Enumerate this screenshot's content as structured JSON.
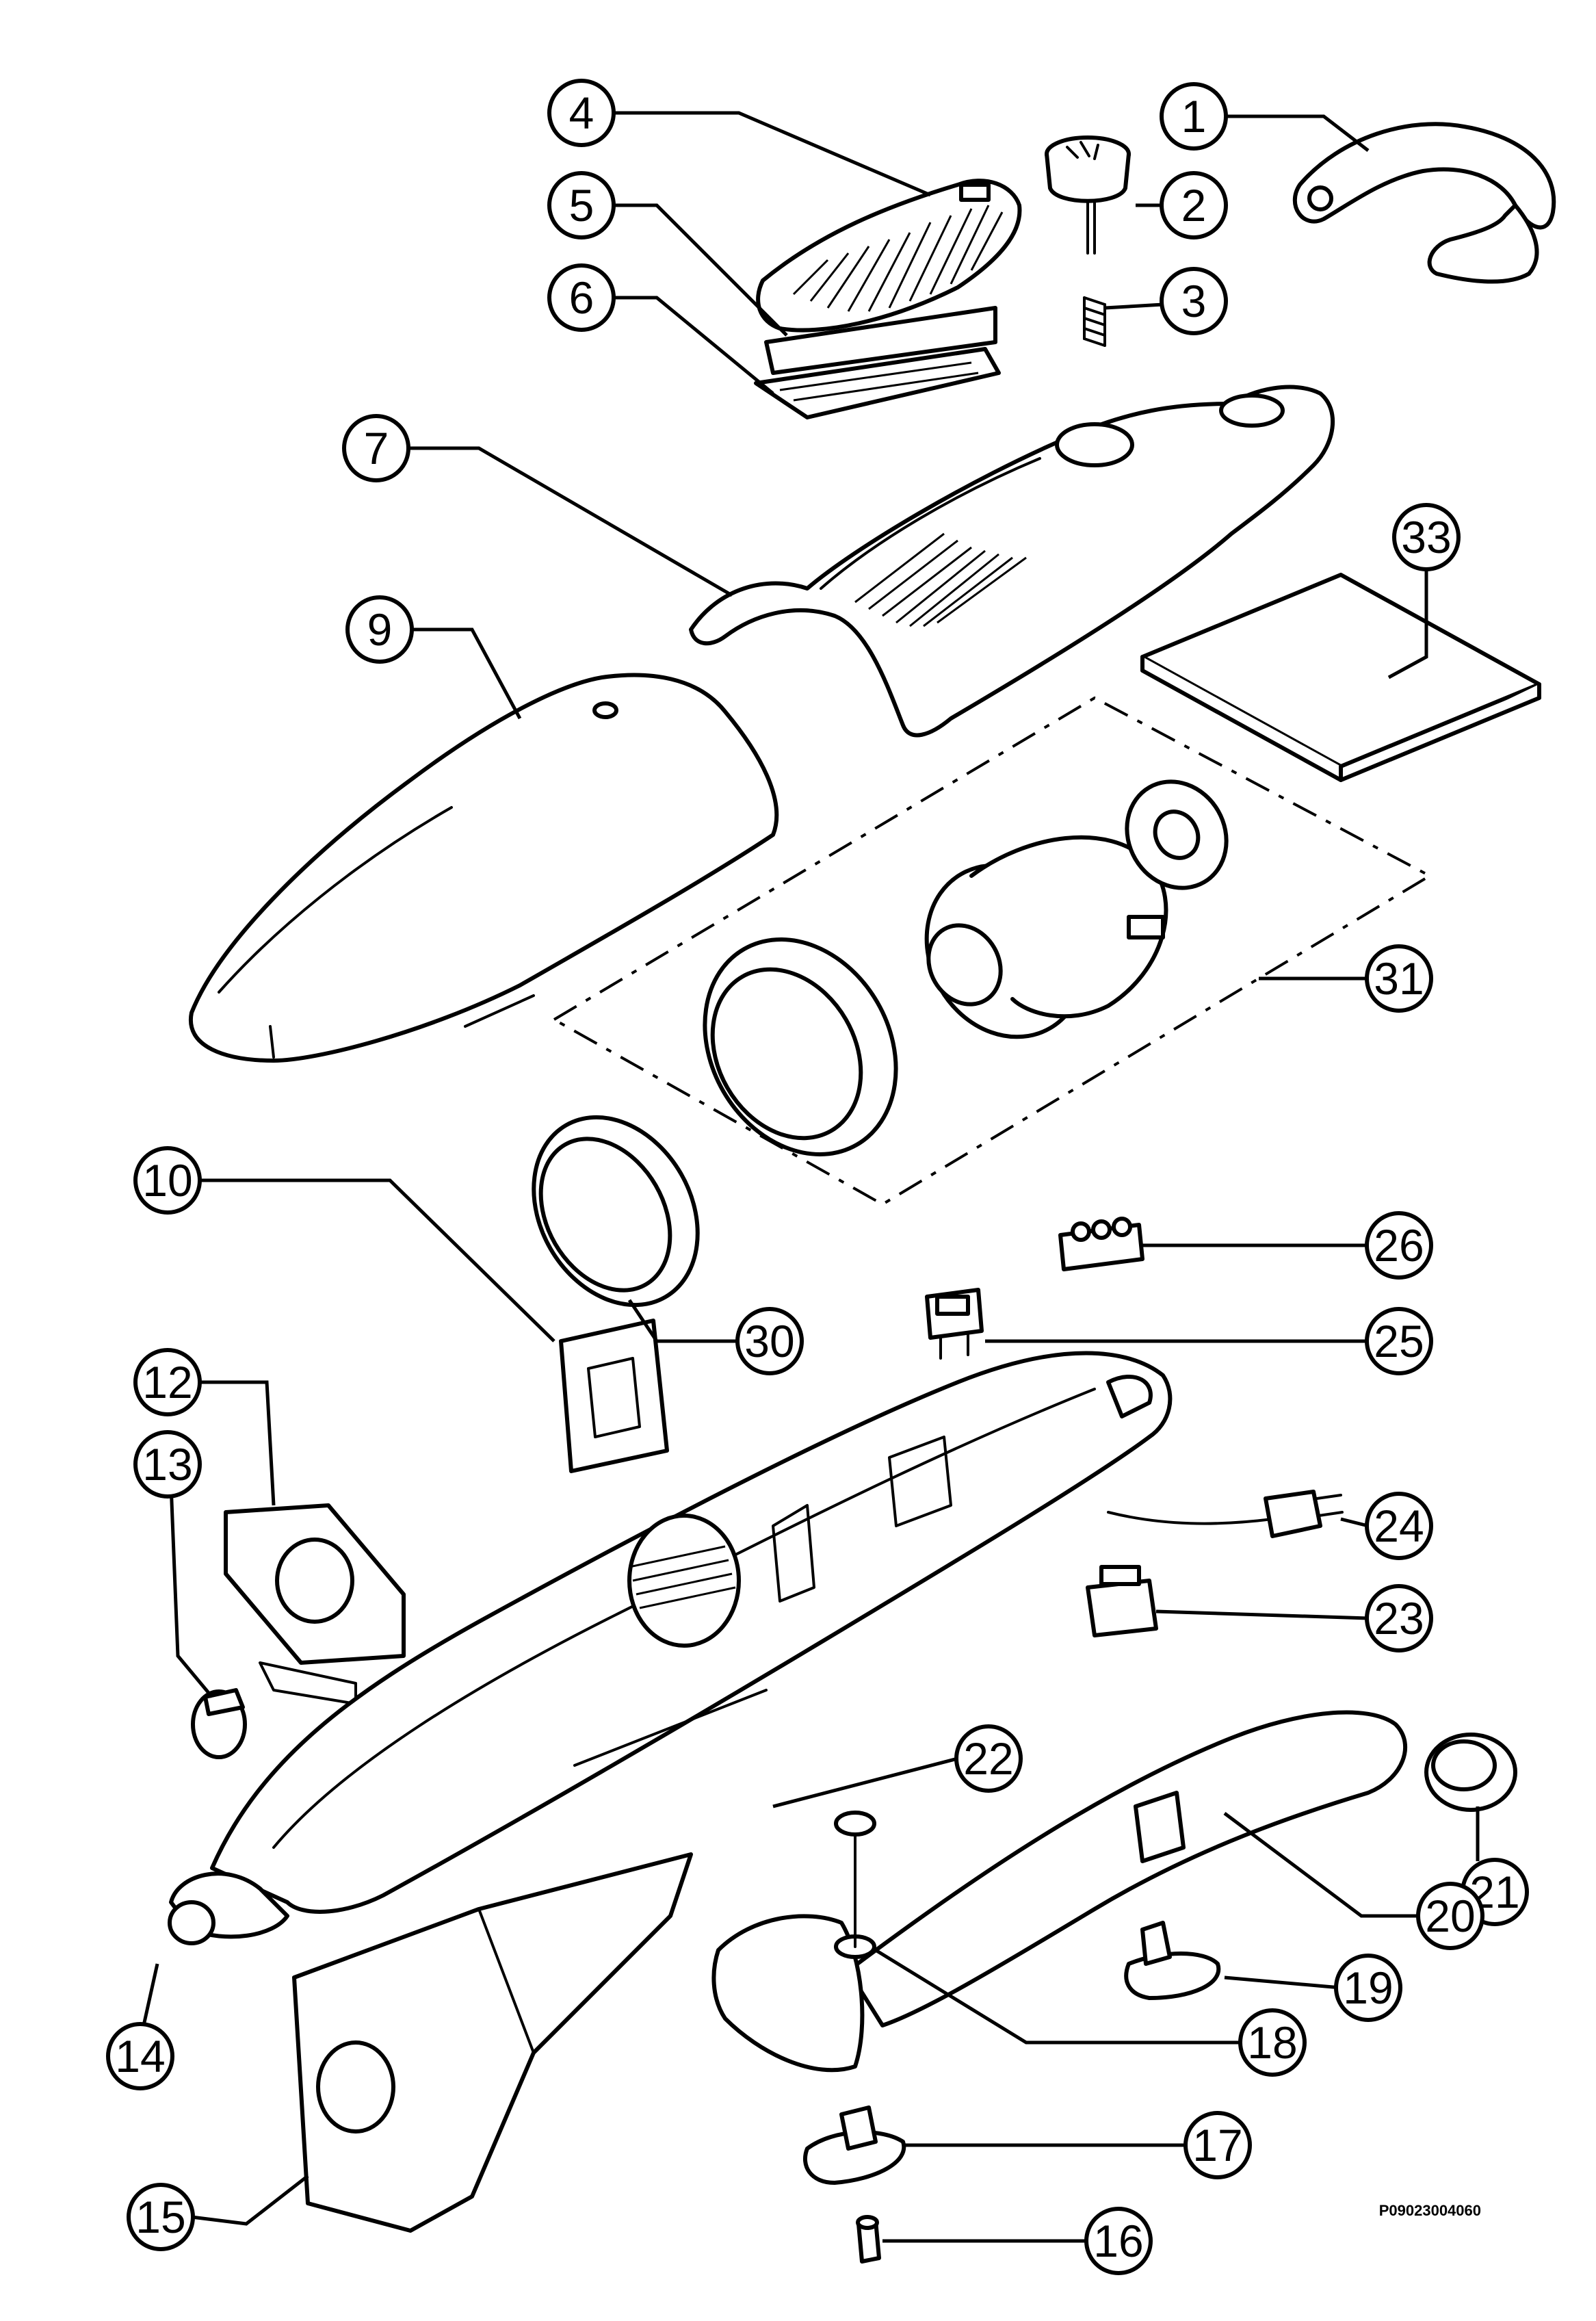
{
  "diagram": {
    "reference_code": "P09023004060",
    "callouts": [
      {
        "id": "c1",
        "label": "1"
      },
      {
        "id": "c2",
        "label": "2"
      },
      {
        "id": "c3",
        "label": "3"
      },
      {
        "id": "c4",
        "label": "4"
      },
      {
        "id": "c5",
        "label": "5"
      },
      {
        "id": "c6",
        "label": "6"
      },
      {
        "id": "c7",
        "label": "7"
      },
      {
        "id": "c9",
        "label": "9"
      },
      {
        "id": "c33",
        "label": "33"
      },
      {
        "id": "c31",
        "label": "31"
      },
      {
        "id": "c10",
        "label": "10"
      },
      {
        "id": "c26",
        "label": "26"
      },
      {
        "id": "c30",
        "label": "30"
      },
      {
        "id": "c25",
        "label": "25"
      },
      {
        "id": "c12",
        "label": "12"
      },
      {
        "id": "c13",
        "label": "13"
      },
      {
        "id": "c24",
        "label": "24"
      },
      {
        "id": "c23",
        "label": "23"
      },
      {
        "id": "c22",
        "label": "22"
      },
      {
        "id": "c21",
        "label": "21"
      },
      {
        "id": "c20",
        "label": "20"
      },
      {
        "id": "c19",
        "label": "19"
      },
      {
        "id": "c14",
        "label": "14"
      },
      {
        "id": "c18",
        "label": "18"
      },
      {
        "id": "c17",
        "label": "17"
      },
      {
        "id": "c15",
        "label": "15"
      },
      {
        "id": "c16",
        "label": "16"
      }
    ]
  }
}
